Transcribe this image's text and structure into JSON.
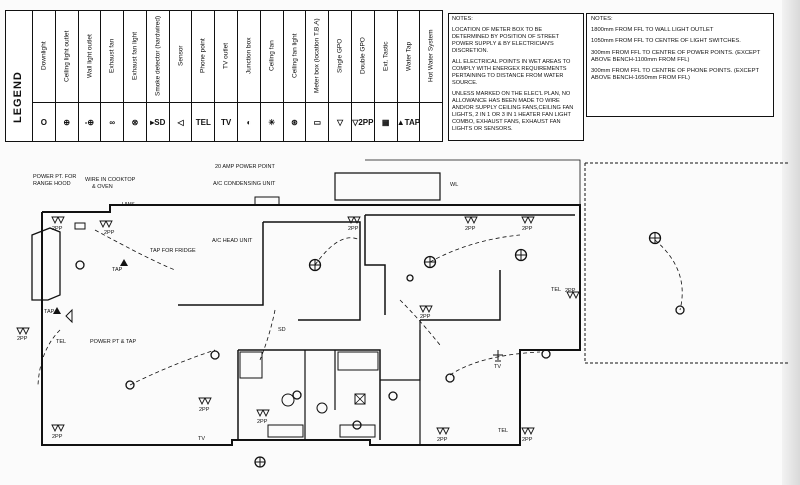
{
  "legend": {
    "title": "LEGEND",
    "items": [
      {
        "label": "Downlight",
        "symbol": "O"
      },
      {
        "label": "Ceiling light outlet",
        "symbol": "⊕"
      },
      {
        "label": "Wall light outlet",
        "symbol": "-⊕"
      },
      {
        "label": "Exhaust fan",
        "symbol": "∞"
      },
      {
        "label": "Exhaust fan light",
        "symbol": "⊗"
      },
      {
        "label": "Smoke detector (hardwired)",
        "symbol": "▸SD"
      },
      {
        "label": "Sensor",
        "symbol": "◁"
      },
      {
        "label": "Phone point",
        "symbol": "TEL"
      },
      {
        "label": "TV outlet",
        "symbol": "TV"
      },
      {
        "label": "Junction box",
        "symbol": "◐"
      },
      {
        "label": "Ceiling fan",
        "symbol": "✳"
      },
      {
        "label": "Ceiling fan light",
        "symbol": "⊛"
      },
      {
        "label": "Meter box (location T.B.A)",
        "symbol": "▭"
      },
      {
        "label": "Single GPO",
        "symbol": "▽"
      },
      {
        "label": "Double GPO",
        "symbol": "▽2PP"
      },
      {
        "label": "Ext. Tastic",
        "symbol": "▦"
      },
      {
        "label": "Water Tap",
        "symbol": "▲TAP"
      },
      {
        "label": "Hot Water System",
        "symbol": ""
      }
    ]
  },
  "notes_left": {
    "heading": "NOTES:",
    "lines": [
      "LOCATION OF METER BOX TO BE DETERMINED BY POSITION OF STREET POWER SUPPLY & BY ELECTRICIAN'S DISCRETION.",
      "ALL ELECTRICAL POINTS IN WET AREAS TO COMPLY WITH ENERGEX REQUIREMENTS PERTAINING TO DISTANCE FROM WATER SOURCE.",
      "UNLESS MARKED ON THE ELEC'L PLAN, NO ALLOWANCE HAS BEEN MADE TO WIRE AND/OR SUPPLY CEILING FANS,CEILING FAN LIGHTS, 2 IN 1 OR 3 IN 1 HEATER FAN LIGHT COMBO, EXHAUST FANS, EXHAUST FAN LIGHTS OR SENSORS."
    ]
  },
  "notes_right": {
    "heading": "NOTES:",
    "lines": [
      "1800mm FROM FFL TO WALL LIGHT OUTLET",
      "1050mm FROM FFL TO CENTRE OF LIGHT SWITCHES.",
      "300mm FROM FFL TO CENTRE OF POWER POINTS. (EXCEPT ABOVE BENCH-1100mm FROM FFL)",
      "300mm FROM FFL TO CENTRE OF PHONE POINTS. (EXCEPT ABOVE BENCH-1650mm FROM FFL)"
    ]
  },
  "plan": {
    "power_range_hood": "POWER PT. FOR",
    "power_range_hood_2": "RANGE HOOD",
    "wire_cooktop": "WIRE IN COOKTOP",
    "wire_cooktop_2": "& OVEN",
    "amp_power": "20 AMP POWER POINT",
    "ac_unit": "A/C CONDENSING UNIT",
    "ac_head": "A/C HEAD UNIT",
    "tap_fridge": "TAP FOR FRIDGE",
    "power_tap": "POWER PT & TAP",
    "hws": "HWS",
    "label_2pp": "2PP",
    "label_tel": "TEL",
    "label_tv": "TV",
    "label_tap": "TAP",
    "label_sd": "SD",
    "label_wl": "WL"
  }
}
